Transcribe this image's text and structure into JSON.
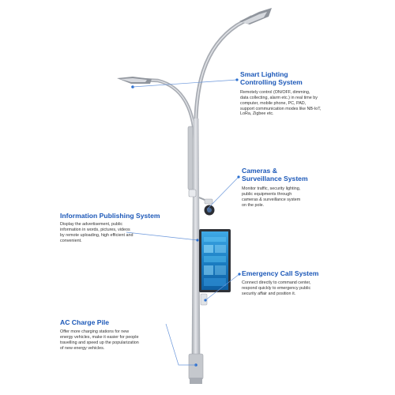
{
  "colors": {
    "title": "#1c58b8",
    "leader": "#5f8fd8",
    "pole": "#b9bcc2",
    "screen": "#1a87c9"
  },
  "callouts": {
    "smart_lighting": {
      "title_line1": "Smart Lighting",
      "title_line2": "Controlling System",
      "desc_lines": [
        "Remotely control (ON/OFF, dimming,",
        "data collecting, alarm etc.) in real time by",
        "computer, mobile phone, PC, PAD,",
        "support communication modes like NB-IoT,",
        "LoRa, Zigbee etc."
      ]
    },
    "cameras": {
      "title_line1": "Cameras &",
      "title_line2": "Surveillance System",
      "desc_lines": [
        "Monitor traffic, security lighting,",
        "public equipments through",
        "cameras & surveillance system",
        "on the pole."
      ]
    },
    "information": {
      "title": "Information Publishing System",
      "desc_lines": [
        "Display the advertisement, public",
        "information in words, pictures, videos",
        "by remote uploading, high efficient and",
        "convenient."
      ]
    },
    "emergency": {
      "title": "Emergency Call System",
      "desc_lines": [
        "Connect directly to command center,",
        "respond quickly to emergency public",
        "security affair and position it."
      ]
    },
    "charge": {
      "title": "AC Charge Pile",
      "desc_lines": [
        "Offer more charging stations for new",
        "energy vehicles, make it easier for people",
        "travelling and speed up the popularization",
        "of new energy vehicles."
      ]
    }
  }
}
